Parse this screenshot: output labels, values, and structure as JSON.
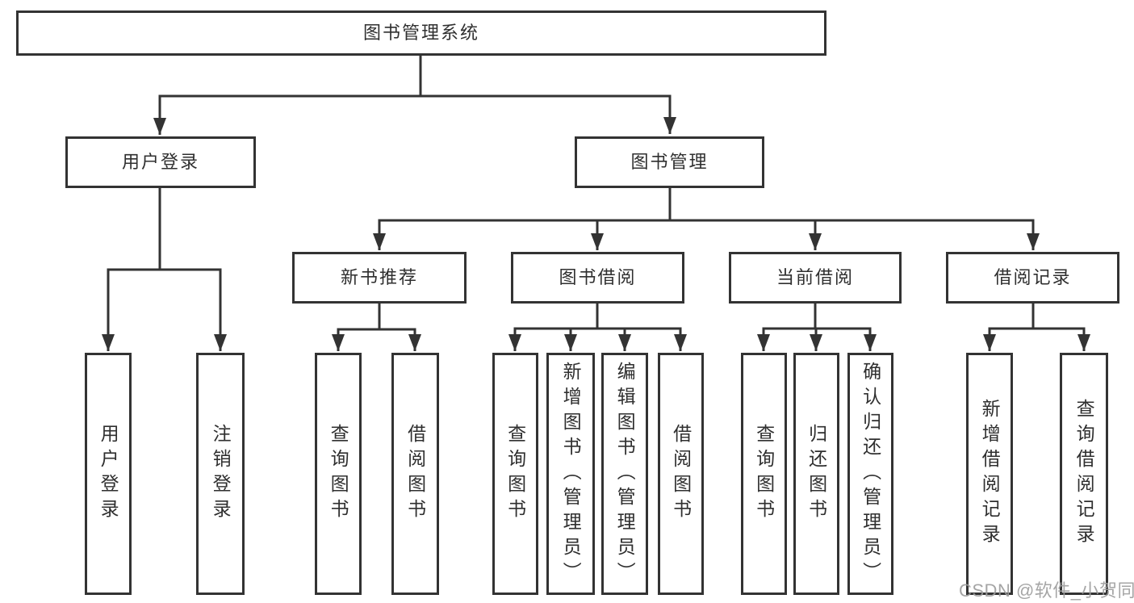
{
  "diagram": {
    "root": {
      "label": "图书管理系统"
    },
    "branches": [
      {
        "label": "用户登录",
        "children": [
          {
            "label": "用户登录"
          },
          {
            "label": "注销登录"
          }
        ]
      },
      {
        "label": "图书管理",
        "sections": [
          {
            "label": "新书推荐",
            "children": [
              {
                "label": "查询图书"
              },
              {
                "label": "借阅图书"
              }
            ]
          },
          {
            "label": "图书借阅",
            "children": [
              {
                "label": "查询图书"
              },
              {
                "label": "新增图书（管理员）"
              },
              {
                "label": "编辑图书（管理员）"
              },
              {
                "label": "借阅图书"
              }
            ]
          },
          {
            "label": "当前借阅",
            "children": [
              {
                "label": "查询图书"
              },
              {
                "label": "归还图书"
              },
              {
                "label": "确认归还（管理员）"
              }
            ]
          },
          {
            "label": "借阅记录",
            "children": [
              {
                "label": "新增借阅记录"
              },
              {
                "label": "查询借阅记录"
              }
            ]
          }
        ]
      }
    ]
  },
  "watermark": {
    "text": "CSDN @软件_小贺同学"
  },
  "colors": {
    "line": "#333333",
    "box_border": "#333333",
    "box_fill": "#ffffff",
    "text": "#2f2f2f",
    "watermark": "#9c9c9c",
    "background": "#ffffff"
  }
}
